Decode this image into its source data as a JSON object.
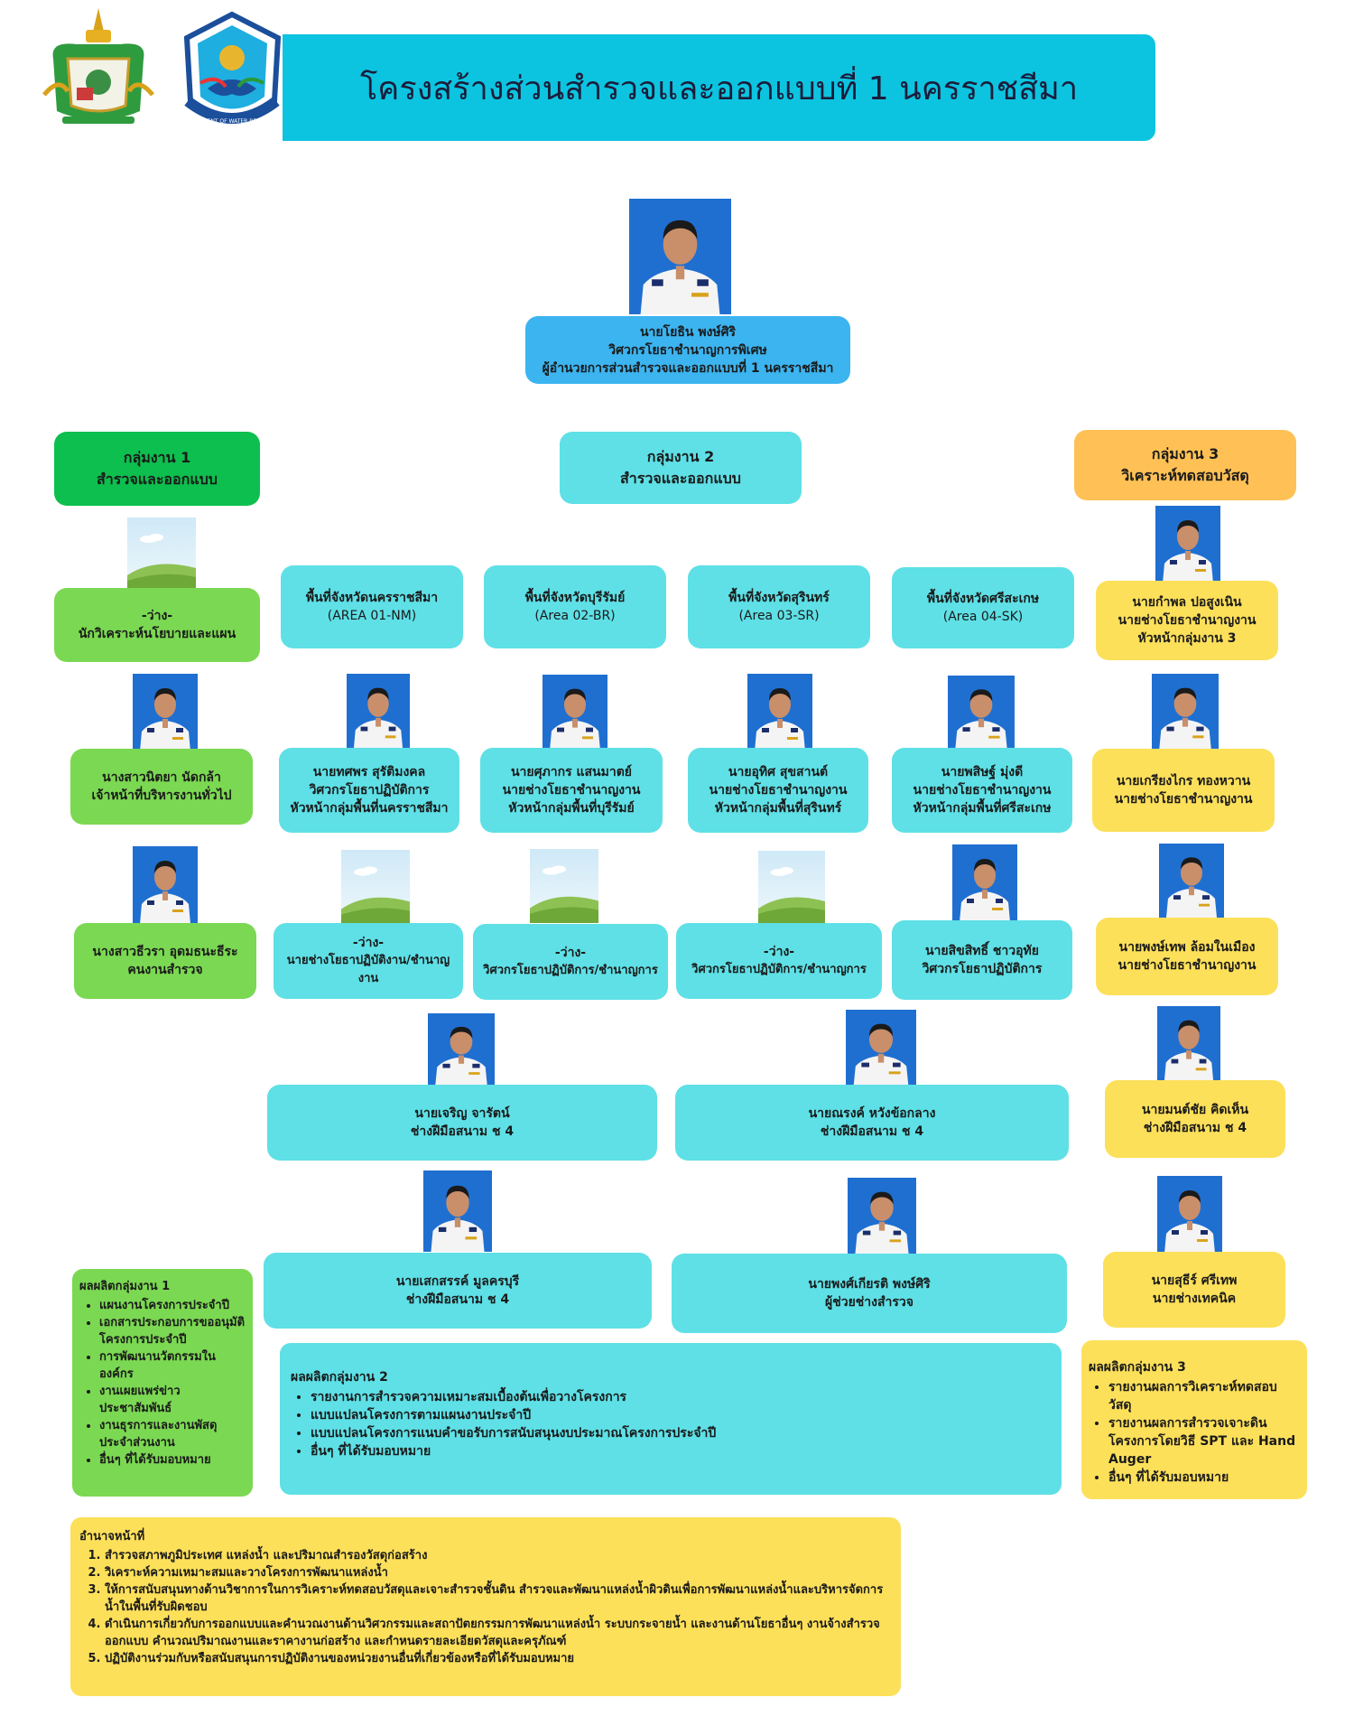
{
  "header": {
    "title": "โครงสร้างส่วนสำรวจและออกแบบที่ 1 นครราชสีมา",
    "logo2_text": "DEPARTMENT OF WATER RESOURCES"
  },
  "director": {
    "name": "นายโยธิน พงษ์ศิริ",
    "position": "วิศวกรโยธาชำนาญการพิเศษ",
    "role": "ผู้อำนวยการส่วนสำรวจและออกแบบที่ 1 นครราชสีมา"
  },
  "groups": {
    "g1": {
      "line1": "กลุ่มงาน 1",
      "line2": "สำรวจและออกแบบ"
    },
    "g2": {
      "line1": "กลุ่มงาน 2",
      "line2": "สำรวจและออกแบบ"
    },
    "g3": {
      "line1": "กลุ่มงาน 3",
      "line2": "วิเคราะห์ทดสอบวัสดุ"
    }
  },
  "group1_staff": [
    {
      "line1": "-ว่าง-",
      "line2": "นักวิเคราะห์นโยบายและแผน"
    },
    {
      "line1": "นางสาวนิตยา นัดกล้า",
      "line2": "เจ้าหน้าที่บริหารงานทั่วไป"
    },
    {
      "line1": "นางสาวธีวรา อุดมธนะธีระ",
      "line2": "คนงานสำรวจ"
    }
  ],
  "areas": [
    {
      "line1": "พื้นที่จังหวัดนครราชสีมา",
      "line2": "(AREA 01-NM)"
    },
    {
      "line1": "พื้นที่จังหวัดบุรีรัมย์",
      "line2": "(Area 02-BR)"
    },
    {
      "line1": "พื้นที่จังหวัดสุรินทร์",
      "line2": "(Area 03-SR)"
    },
    {
      "line1": "พื้นที่จังหวัดศรีสะเกษ",
      "line2": "(Area 04-SK)"
    }
  ],
  "area_heads": [
    {
      "line1": "นายทศพร สุรัติมงคล",
      "line2": "วิศวกรโยธาปฏิบัติการ",
      "line3": "หัวหน้ากลุ่มพื้นที่นครราชสีมา"
    },
    {
      "line1": "นายศุภากร แสนมาตย์",
      "line2": "นายช่างโยธาชำนาญงาน",
      "line3": "หัวหน้ากลุ่มพื้นที่บุรีรัมย์"
    },
    {
      "line1": "นายอุทิศ สุขสานต์",
      "line2": "นายช่างโยธาชำนาญงาน",
      "line3": "หัวหน้ากลุ่มพื้นที่สุรินทร์"
    },
    {
      "line1": "นายพสิษฐ์ มุ่งดี",
      "line2": "นายช่างโยธาชำนาญงาน",
      "line3": "หัวหน้ากลุ่มพื้นที่ศรีสะเกษ"
    }
  ],
  "area_staff": [
    {
      "line1": "-ว่าง-",
      "line2": "นายช่างโยธาปฏิบัติงาน/ชำนาญงาน"
    },
    {
      "line1": "-ว่าง-",
      "line2": "วิศวกรโยธาปฏิบัติการ/ชำนาญการ"
    },
    {
      "line1": "-ว่าง-",
      "line2": "วิศวกรโยธาปฏิบัติการ/ชำนาญการ"
    },
    {
      "line1": "นายสิขสิทธิ์ ชาวอุทัย",
      "line2": "วิศวกรโยธาปฏิบัติการ"
    }
  ],
  "field_staff": [
    {
      "line1": "นายเจริญ จารัตน์",
      "line2": "ช่างฝีมือสนาม ช 4"
    },
    {
      "line1": "นายณรงค์ หวังข้อกลาง",
      "line2": "ช่างฝีมือสนาม ช 4"
    },
    {
      "line1": "นายเสกสรรค์ มูลครบุรี",
      "line2": "ช่างฝีมือสนาม ช 4"
    },
    {
      "line1": "นายพงศ์เกียรติ พงษ์ศิริ",
      "line2": "ผู้ช่วยช่างสำรวจ"
    }
  ],
  "group3_staff": [
    {
      "line1": "นายกำพล ปอสูงเนิน",
      "line2": "นายช่างโยธาชำนาญงาน",
      "line3": "หัวหน้ากลุ่มงาน 3"
    },
    {
      "line1": "นายเกรียงไกร ทองหวาน",
      "line2": "นายช่างโยธาชำนาญงาน"
    },
    {
      "line1": "นายพงษ์เทพ ล้อมในเมือง",
      "line2": "นายช่างโยธาชำนาญงาน"
    },
    {
      "line1": "นายมนต์ชัย คิดเห็น",
      "line2": "ช่างฝีมือสนาม ช 4"
    },
    {
      "line1": "นายสุธีร์ ศรีเทพ",
      "line2": "นายช่างเทคนิค"
    }
  ],
  "outputs": {
    "g1": {
      "title": "ผลผลิตกลุ่มงาน 1",
      "items": [
        "แผนงานโครงการประจำปี",
        "เอกสารประกอบการขออนุมัติโครงการประจำปี",
        "การพัฒนานวัตกรรมในองค์กร",
        "งานเผยแพร่ข่าวประชาสัมพันธ์",
        "งานธุรการและงานพัสดุประจำส่วนงาน",
        "อื่นๆ ที่ได้รับมอบหมาย"
      ]
    },
    "g2": {
      "title": "ผลผลิตกลุ่มงาน 2",
      "items": [
        "รายงานการสำรวจความเหมาะสมเบื้องต้นเพื่อวางโครงการ",
        "แบบแปลนโครงการตามแผนงานประจำปี",
        "แบบแปลนโครงการแนบคำขอรับการสนับสนุนงบประมาณโครงการประจำปี",
        "อื่นๆ ที่ได้รับมอบหมาย"
      ]
    },
    "g3": {
      "title": "ผลผลิตกลุ่มงาน 3",
      "items": [
        "รายงานผลการวิเคราะห์ทดสอบวัสดุ",
        "รายงานผลการสำรวจเจาะดินโครงการโดยวิธี SPT และ Hand Auger",
        "อื่นๆ ที่ได้รับมอบหมาย"
      ]
    }
  },
  "duties": {
    "title": "อำนาจหน้าที่",
    "items": [
      "สำรวจสภาพภูมิประเทศ แหล่งน้ำ และปริมาณสำรองวัสดุก่อสร้าง",
      "วิเคราะห์ความเหมาะสมและวางโครงการพัฒนาแหล่งน้ำ",
      "ให้การสนับสนุนทางด้านวิชาการในการวิเคราะห์ทดสอบวัสดุและเจาะสำรวจชั้นดิน สำรวจและพัฒนาแหล่งน้ำผิวดินเพื่อการพัฒนาแหล่งน้ำและบริหารจัดการน้ำในพื้นที่รับผิดชอบ",
      "ดำเนินการเกี่ยวกับการออกแบบและคำนวณงานด้านวิศวกรรมและสถาปัตยกรรมการพัฒนาแหล่งน้ำ ระบบกระจายน้ำ และงานด้านโยธาอื่นๆ งานจ้างสำรวจ ออกแบบ คำนวณปริมาณงานและราคางานก่อสร้าง และกำหนดรายละเอียดวัสดุและครุภัณฑ์",
      "ปฏิบัติงานร่วมกับหรือสนับสนุนการปฏิบัติงานของหน่วยงานอื่นที่เกี่ยวข้องหรือที่ได้รับมอบหมาย"
    ]
  },
  "colors": {
    "title_bar": "#0cc4e0",
    "director_box": "#3cb4f0",
    "group1": "#0dbf4e",
    "group1_staff": "#7bd852",
    "group2": "#5ee0e6",
    "group3": "#ffc155",
    "group3_staff": "#fde05a"
  }
}
